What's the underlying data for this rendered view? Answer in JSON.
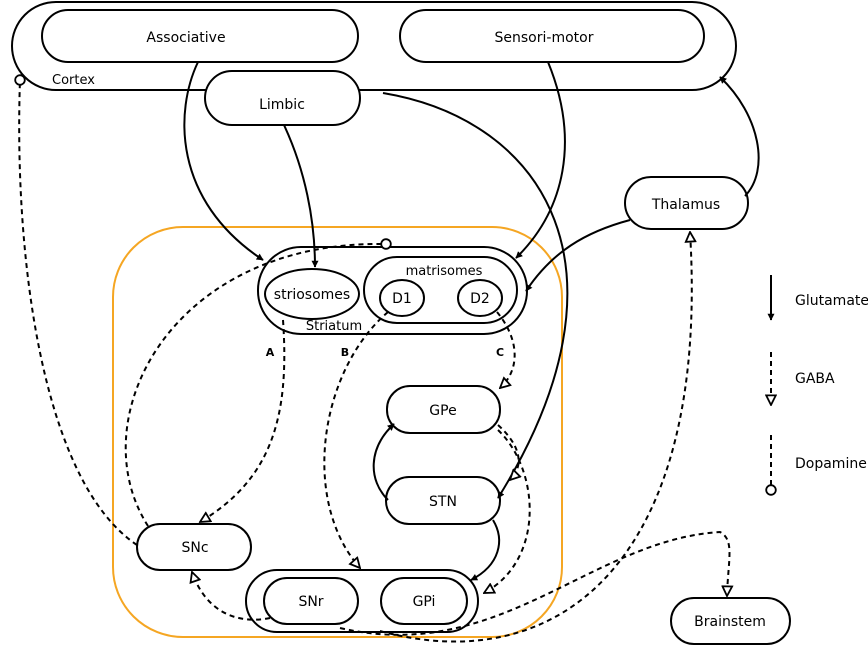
{
  "nodes": {
    "cortex": "Cortex",
    "associative": "Associative",
    "sensorimotor": "Sensori-motor",
    "limbic": "Limbic",
    "thalamus": "Thalamus",
    "striatum": "Striatum",
    "striosomes": "striosomes",
    "matrisomes": "matrisomes",
    "d1": "D1",
    "d2": "D2",
    "gpe": "GPe",
    "stn": "STN",
    "snc": "SNc",
    "snr": "SNr",
    "gpi": "GPi",
    "brainstem": "Brainstem"
  },
  "pathway_labels": {
    "a": "A",
    "b": "B",
    "c": "C"
  },
  "legend": {
    "glutamate": "Glutamate",
    "gaba": "GABA",
    "dopamine": "Dopamine"
  },
  "colors": {
    "basal_ganglia_box": "#f5a623",
    "ink": "#000000"
  }
}
